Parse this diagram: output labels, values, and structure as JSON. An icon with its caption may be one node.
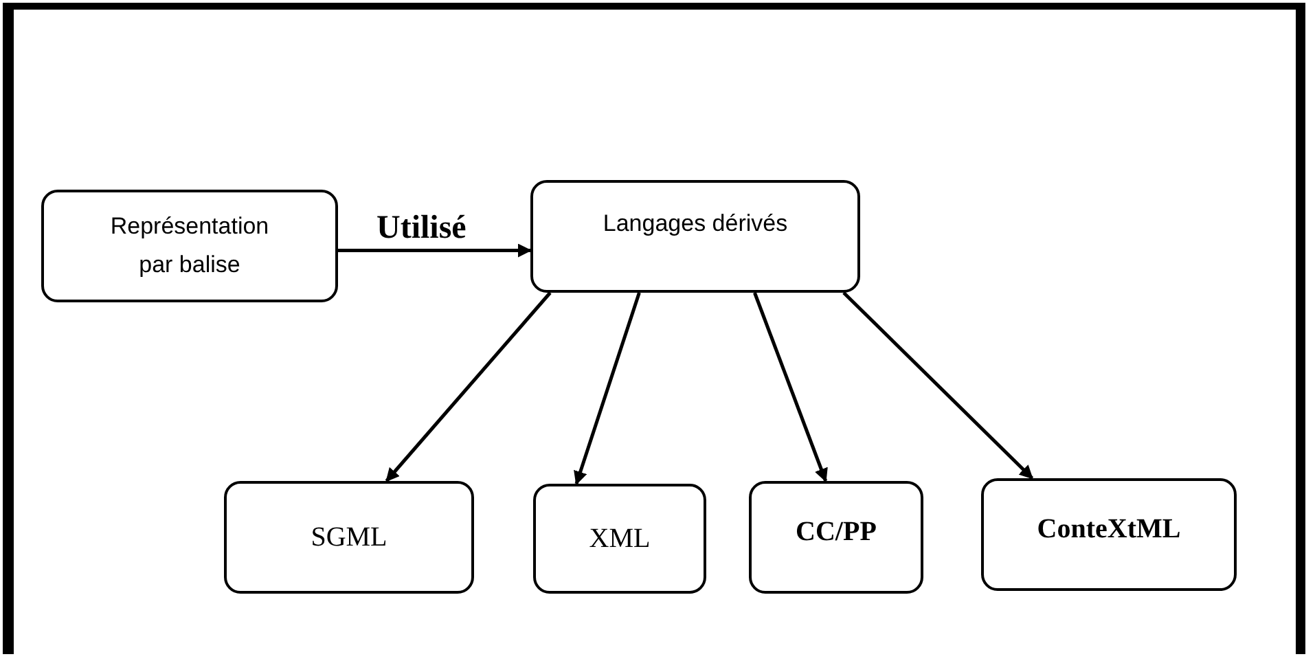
{
  "diagram": {
    "nodes": [
      {
        "text": [
          "Représentation par balise"
        ]
      },
      {
        "text": [
          "Langages dérivés"
        ]
      },
      {
        "text": [
          "SGML"
        ]
      },
      {
        "text": [
          "XML"
        ]
      },
      {
        "text": [
          "CC/PP"
        ]
      },
      {
        "text": [
          "ConteXtML"
        ]
      }
    ],
    "edges": [
      {
        "from": 0,
        "to": 1,
        "arrow": "to",
        "label": "Utilisé"
      },
      {
        "from": 1,
        "to": 2,
        "arrow": "to"
      },
      {
        "from": 1,
        "to": 3,
        "arrow": "to"
      },
      {
        "from": 1,
        "to": 4,
        "arrow": "to"
      },
      {
        "from": 1,
        "to": 5,
        "arrow": "to"
      }
    ]
  }
}
